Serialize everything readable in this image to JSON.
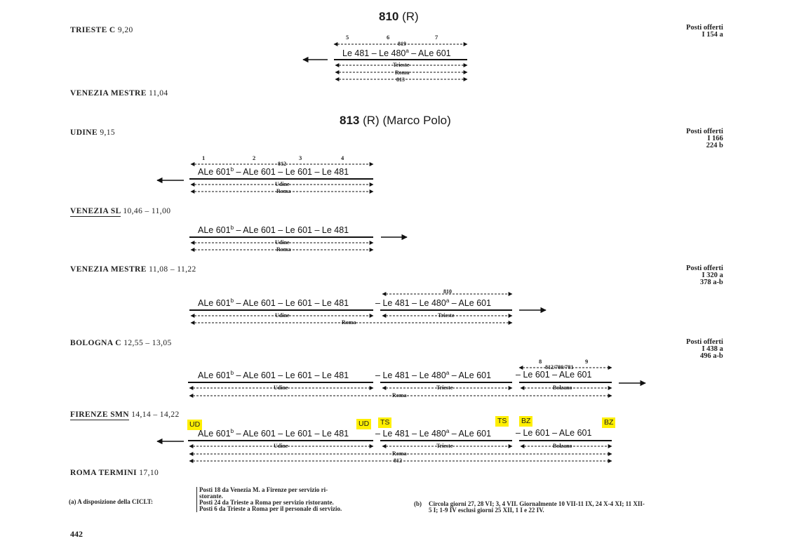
{
  "train_810": {
    "title_num": "810",
    "title_cat": "(R)",
    "origin": {
      "name": "TRIESTE C",
      "times": "9,20"
    },
    "dest": {
      "name": "VENEZIA MESTRE",
      "times": "11,04"
    },
    "seats": {
      "label": "Posti offerti",
      "line1": "I 154 a"
    },
    "carriage_nums": [
      "5",
      "6",
      "7"
    ],
    "through_num": "819",
    "composition": [
      "Le 481",
      "Le 480",
      "ALe 601"
    ],
    "sup_a": "a",
    "dests": [
      "Trieste",
      "Roma",
      "813"
    ]
  },
  "train_813": {
    "title_num": "813",
    "title_cat": "(R)",
    "title_name": "(Marco Polo)",
    "seats_label": "Posti offerti",
    "carriage_nums": [
      "1",
      "2",
      "3",
      "4"
    ],
    "through_num": "812",
    "stations": [
      {
        "name": "UDINE",
        "times": "9,15",
        "seats": [
          "I 166",
          "224 b"
        ]
      },
      {
        "name": "VENEZIA SL",
        "times": "10,46 – 11,00"
      },
      {
        "name": "VENEZIA MESTRE",
        "times": "11,08 – 11,22",
        "seats": [
          "I 320 a",
          "378 a-b"
        ]
      },
      {
        "name": "BOLOGNA C",
        "times": "12,55 – 13,05",
        "seats": [
          "I 438 a",
          "496 a-b"
        ]
      },
      {
        "name": "FIRENZE SMN",
        "times": "14,14 – 14,22"
      },
      {
        "name": "ROMA TERMINI",
        "times": "17,10"
      }
    ],
    "group_udine": [
      "ALe 601",
      "ALe 601",
      "Le 601",
      "Le 481"
    ],
    "sup_b": "b",
    "sup_a": "a",
    "group_trieste": [
      "Le 481",
      "Le 480",
      "ALe 601"
    ],
    "group_bolzano": [
      "Le 601",
      "ALe 601"
    ],
    "labels": {
      "udine": "Udine",
      "roma": "Roma",
      "trieste": "Trieste",
      "bolzano": "Bolzano",
      "r812": "812"
    },
    "num_810": "810",
    "num_812_780": "812/780/781",
    "carriage_nums_bz": [
      "8",
      "9"
    ]
  },
  "highlights": [
    "UD",
    "UD",
    "TS",
    "TS",
    "BZ",
    "BZ"
  ],
  "notes": {
    "a_label": "(a)  A disposizione della CICLT:",
    "a_lines": [
      "Posti 18 da Venezia M. a Firenze per servizio ri-",
      "storante.",
      "Posti 24 da Trieste a Roma per servizio ristorante.",
      "Posti 6 da Trieste a Roma per il personale di servizio."
    ],
    "b_label": "(b)",
    "b_lines": [
      "Circola giorni 27, 28 VI; 3, 4 VII. Giornalmente 10 VII-11 IX, 24 X-4 XI; 11 XII-",
      "5 I; 1-9 IV esclusi giorni 25 XII, 1 I e 22 IV."
    ]
  },
  "page_number": "442"
}
